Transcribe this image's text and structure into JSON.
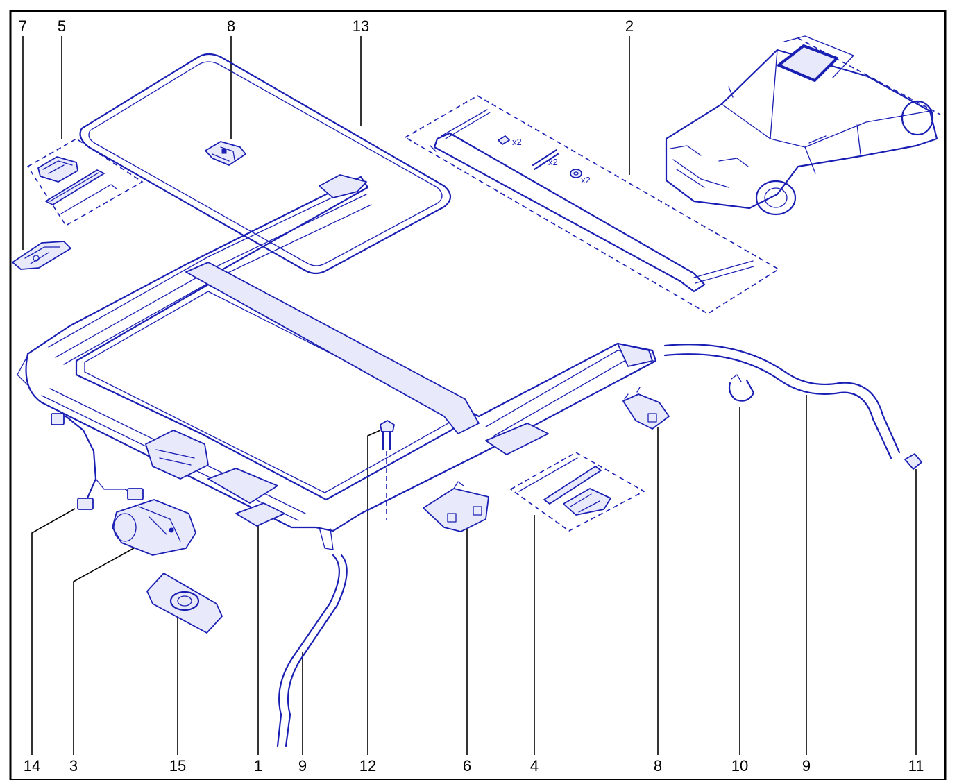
{
  "callouts_top": [
    {
      "id": "c-top-7",
      "label": "7"
    },
    {
      "id": "c-top-5",
      "label": "5"
    },
    {
      "id": "c-top-8",
      "label": "8"
    },
    {
      "id": "c-top-13",
      "label": "13"
    },
    {
      "id": "c-top-2",
      "label": "2"
    }
  ],
  "callouts_bottom": [
    {
      "id": "c-bot-14",
      "label": "14"
    },
    {
      "id": "c-bot-3",
      "label": "3"
    },
    {
      "id": "c-bot-15",
      "label": "15"
    },
    {
      "id": "c-bot-1",
      "label": "1"
    },
    {
      "id": "c-bot-9a",
      "label": "9"
    },
    {
      "id": "c-bot-12",
      "label": "12"
    },
    {
      "id": "c-bot-6",
      "label": "6"
    },
    {
      "id": "c-bot-4",
      "label": "4"
    },
    {
      "id": "c-bot-8",
      "label": "8"
    },
    {
      "id": "c-bot-10",
      "label": "10"
    },
    {
      "id": "c-bot-9b",
      "label": "9"
    },
    {
      "id": "c-bot-11",
      "label": "11"
    }
  ],
  "kit_quantities": {
    "rivet": "x2",
    "strip": "x2",
    "nut": "x2"
  },
  "colors": {
    "line_art": "#1a1fb4",
    "callout_text": "#000000",
    "frame": "#000000"
  }
}
